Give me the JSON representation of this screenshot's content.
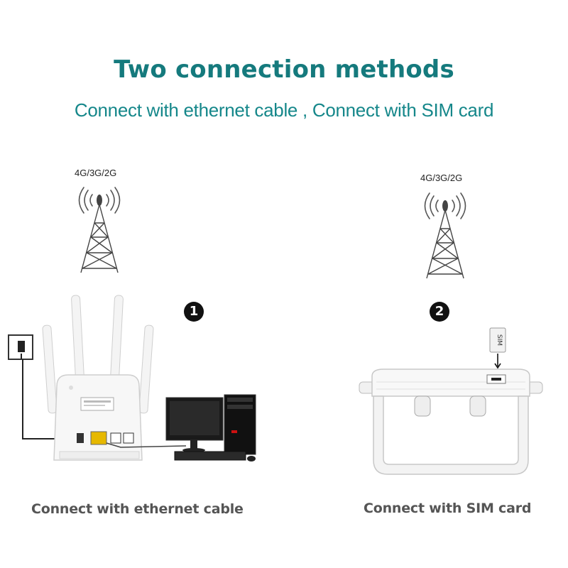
{
  "header": {
    "title": "Two connection methods",
    "subtitle": "Connect with ethernet cable , Connect with SIM card"
  },
  "methods": [
    {
      "band_label": "4G/3G/2G",
      "step": "1",
      "caption": "Connect with ethernet cable"
    },
    {
      "band_label": "4G/3G/2G",
      "step": "2",
      "caption": "Connect with SIM card",
      "sim_label": "SIM"
    }
  ],
  "colors": {
    "title": "#157a7d",
    "subtitle": "#15878a",
    "caption": "#555555",
    "badge": "#111111"
  }
}
